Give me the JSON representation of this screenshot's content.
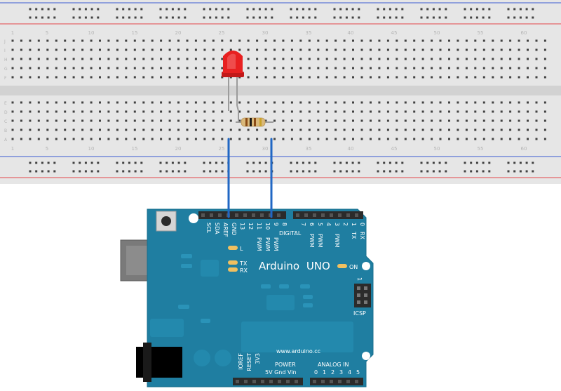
{
  "breadboard": {
    "column_labels": [
      "1",
      "5",
      "10",
      "15",
      "20",
      "25",
      "30",
      "35",
      "40",
      "45",
      "50",
      "55",
      "60"
    ],
    "top_rows": [
      "J",
      "I",
      "H",
      "G",
      "F"
    ],
    "bottom_rows": [
      "E",
      "D",
      "C",
      "B",
      "A"
    ],
    "colors": {
      "body": "#e6e6e6",
      "rail_red": "#e4454a",
      "rail_blue": "#3a5bd1",
      "hole": "#424242"
    }
  },
  "components": {
    "led": {
      "color": "#e82020"
    },
    "resistor": {
      "color": "#d9b87a"
    },
    "wires": {
      "color": "#2067c4"
    }
  },
  "arduino": {
    "brand_first": "Arduino",
    "brand_second": "UNO",
    "website": "www.arduino.cc",
    "board_color": "#1f7ea1",
    "digital_header": [
      "SCL",
      "SDA",
      "AREF",
      "GND",
      "13",
      "12",
      "11",
      "10",
      "9",
      "8",
      "7",
      "6",
      "5",
      "4",
      "3",
      "2",
      "1",
      "0"
    ],
    "digital_label": "DIGITAL",
    "pwm_label": "PWM",
    "tx_pin_label": "TX",
    "rx_pin_label": "RX",
    "led_l": "L",
    "led_tx": "TX",
    "led_rx": "RX",
    "on_label": "ON",
    "icsp_label": "ICSP",
    "icsp_pin1": "1",
    "power_label": "POWER",
    "power_pins": [
      "IOREF",
      "RESET",
      "3V3"
    ],
    "power_row": "5V Gnd Vin",
    "analog_label": "ANALOG IN",
    "analog_pins": [
      "0",
      "1",
      "2",
      "3",
      "4",
      "5"
    ]
  }
}
